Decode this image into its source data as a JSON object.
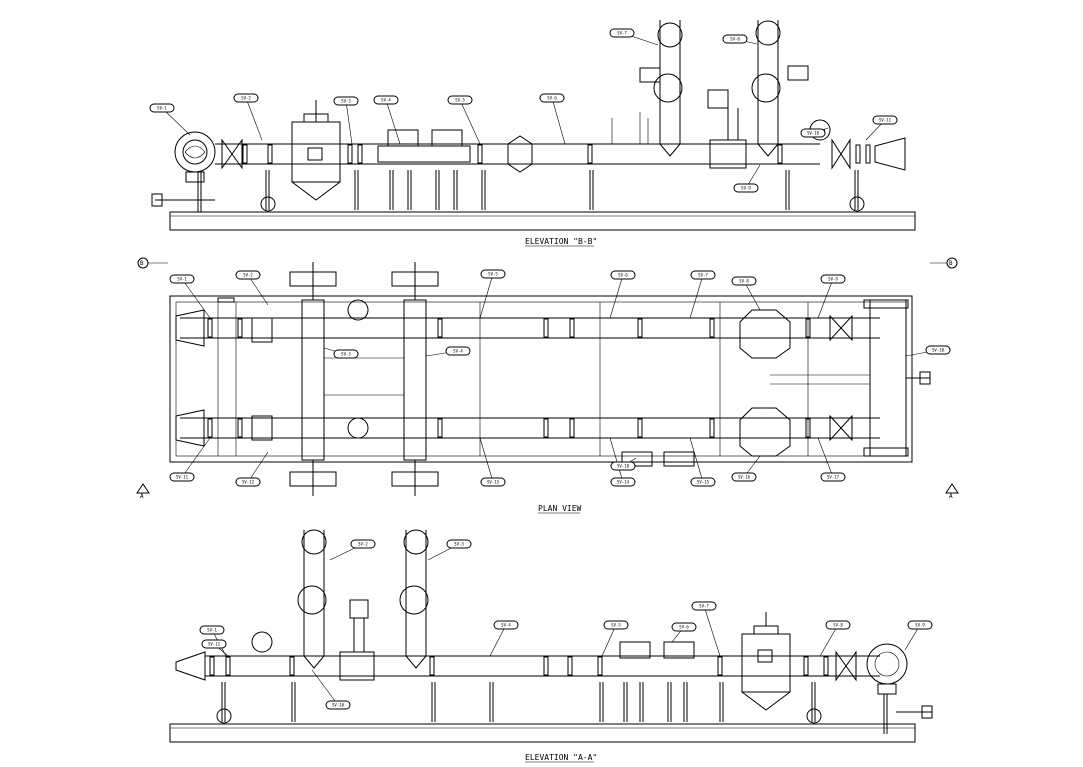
{
  "drawing": {
    "views": [
      {
        "id": "elevation-b",
        "caption": "ELEVATION \"B-B\"",
        "tags": [
          "SV-1",
          "SV-2",
          "SV-3",
          "SV-4",
          "SV-5",
          "SV-6",
          "SV-7",
          "SV-8",
          "SV-9",
          "SV-10",
          "SV-11"
        ]
      },
      {
        "id": "plan",
        "caption": "PLAN VIEW",
        "section_marks": [
          "B",
          "B",
          "A",
          "A"
        ],
        "tags": [
          "SV-1",
          "SV-2",
          "SV-3",
          "SV-4",
          "SV-5",
          "SV-6",
          "SV-7",
          "SV-8",
          "SV-9",
          "SV-10",
          "SV-11",
          "SV-12",
          "SV-13",
          "SV-14",
          "SV-15",
          "SV-16",
          "SV-17",
          "SV-18"
        ]
      },
      {
        "id": "elevation-a",
        "caption": "ELEVATION \"A-A\"",
        "tags": [
          "SV-1",
          "SV-2",
          "SV-3",
          "SV-4",
          "SV-5",
          "SV-6",
          "SV-7",
          "SV-8",
          "SV-9",
          "SV-10",
          "SV-11"
        ]
      }
    ]
  }
}
